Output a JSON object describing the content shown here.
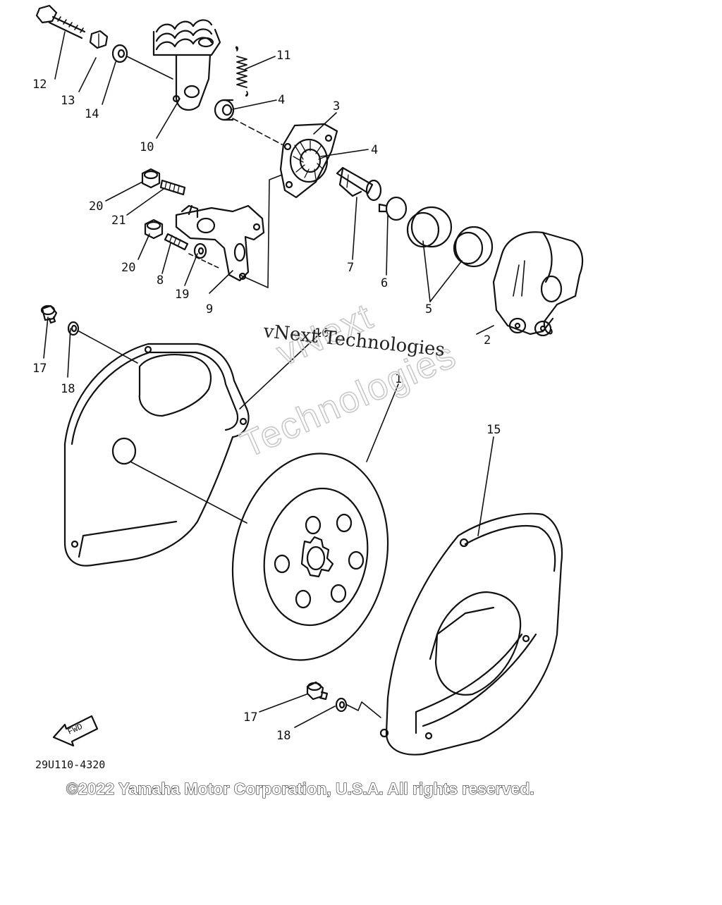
{
  "diagram": {
    "part_numbers": [
      "1",
      "2",
      "3",
      "4",
      "4",
      "5",
      "6",
      "7",
      "8",
      "9",
      "10",
      "11",
      "12",
      "13",
      "14",
      "15",
      "16",
      "17",
      "17",
      "18",
      "18",
      "19",
      "20",
      "20",
      "21"
    ],
    "diagram_code": "29U110-4320",
    "fwd_label": "FWD",
    "watermark_line1": "vNext Technologies",
    "watermark_big_a": "vNext",
    "watermark_big_b": "Technologies",
    "copyright": "©2022 Yamaha Motor Corporation, U.S.A. All rights reserved."
  }
}
